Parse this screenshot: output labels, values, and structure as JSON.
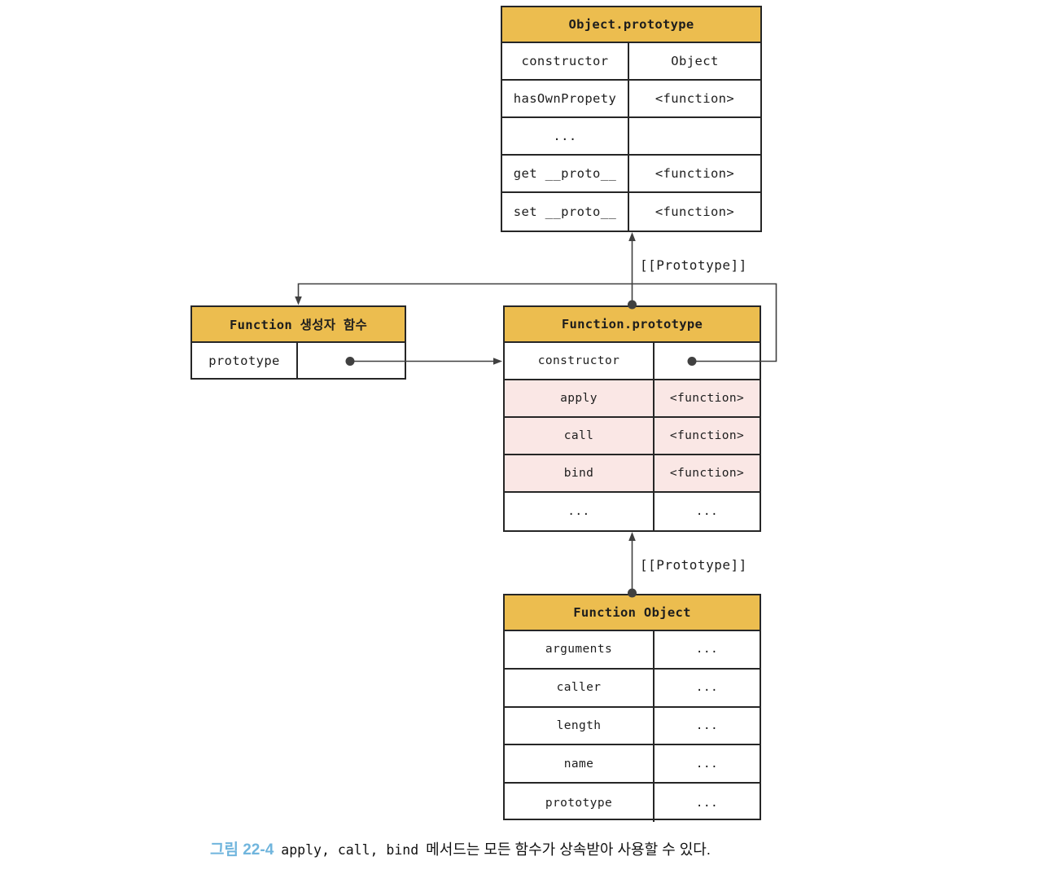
{
  "diagram": {
    "tables": {
      "object_prototype": {
        "title": "Object.prototype",
        "rows": [
          {
            "key": "constructor",
            "value": "Object"
          },
          {
            "key": "hasOwnPropety",
            "value": "<function>"
          },
          {
            "key": "...",
            "value": ""
          },
          {
            "key": "get __proto__",
            "value": "<function>"
          },
          {
            "key": "set __proto__",
            "value": "<function>"
          }
        ]
      },
      "function_constructor": {
        "title": "Function 생성자 함수",
        "rows": [
          {
            "key": "prototype",
            "value": ""
          }
        ]
      },
      "function_prototype": {
        "title": "Function.prototype",
        "rows": [
          {
            "key": "constructor",
            "value": ""
          },
          {
            "key": "apply",
            "value": "<function>",
            "highlighted": true
          },
          {
            "key": "call",
            "value": "<function>",
            "highlighted": true
          },
          {
            "key": "bind",
            "value": "<function>",
            "highlighted": true
          },
          {
            "key": "...",
            "value": "..."
          }
        ]
      },
      "function_object": {
        "title": "Function Object",
        "rows": [
          {
            "key": "arguments",
            "value": "..."
          },
          {
            "key": "caller",
            "value": "..."
          },
          {
            "key": "length",
            "value": "..."
          },
          {
            "key": "name",
            "value": "..."
          },
          {
            "key": "prototype",
            "value": "..."
          }
        ]
      }
    },
    "labels": {
      "prototype_link_top": "[[Prototype]]",
      "prototype_link_bottom": "[[Prototype]]"
    },
    "caption": {
      "figure_label": "그림 22-4",
      "code": "apply, call, bind",
      "text": "메서드는 모든 함수가 상속받아 사용할 수 있다."
    },
    "colors": {
      "header_fill": "#ecbd4f",
      "highlight_fill": "#fae7e5",
      "border": "#262626",
      "line": "#404040",
      "caption_label": "#70b5dd"
    }
  }
}
